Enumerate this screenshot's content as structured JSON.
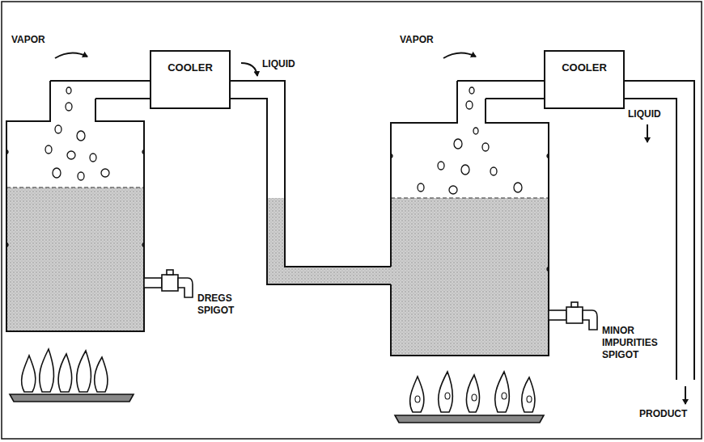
{
  "diagram": {
    "nodes": [
      {
        "text": [
          "COOLER"
        ]
      },
      {
        "text": [
          "COOLER"
        ]
      }
    ],
    "labels": [
      "VAPOR",
      "LIQUID",
      "VAPOR",
      "LIQUID",
      "DREGS SPIGOT",
      "MINOR IMPURITIES SPIGOT",
      "PRODUCT"
    ]
  }
}
